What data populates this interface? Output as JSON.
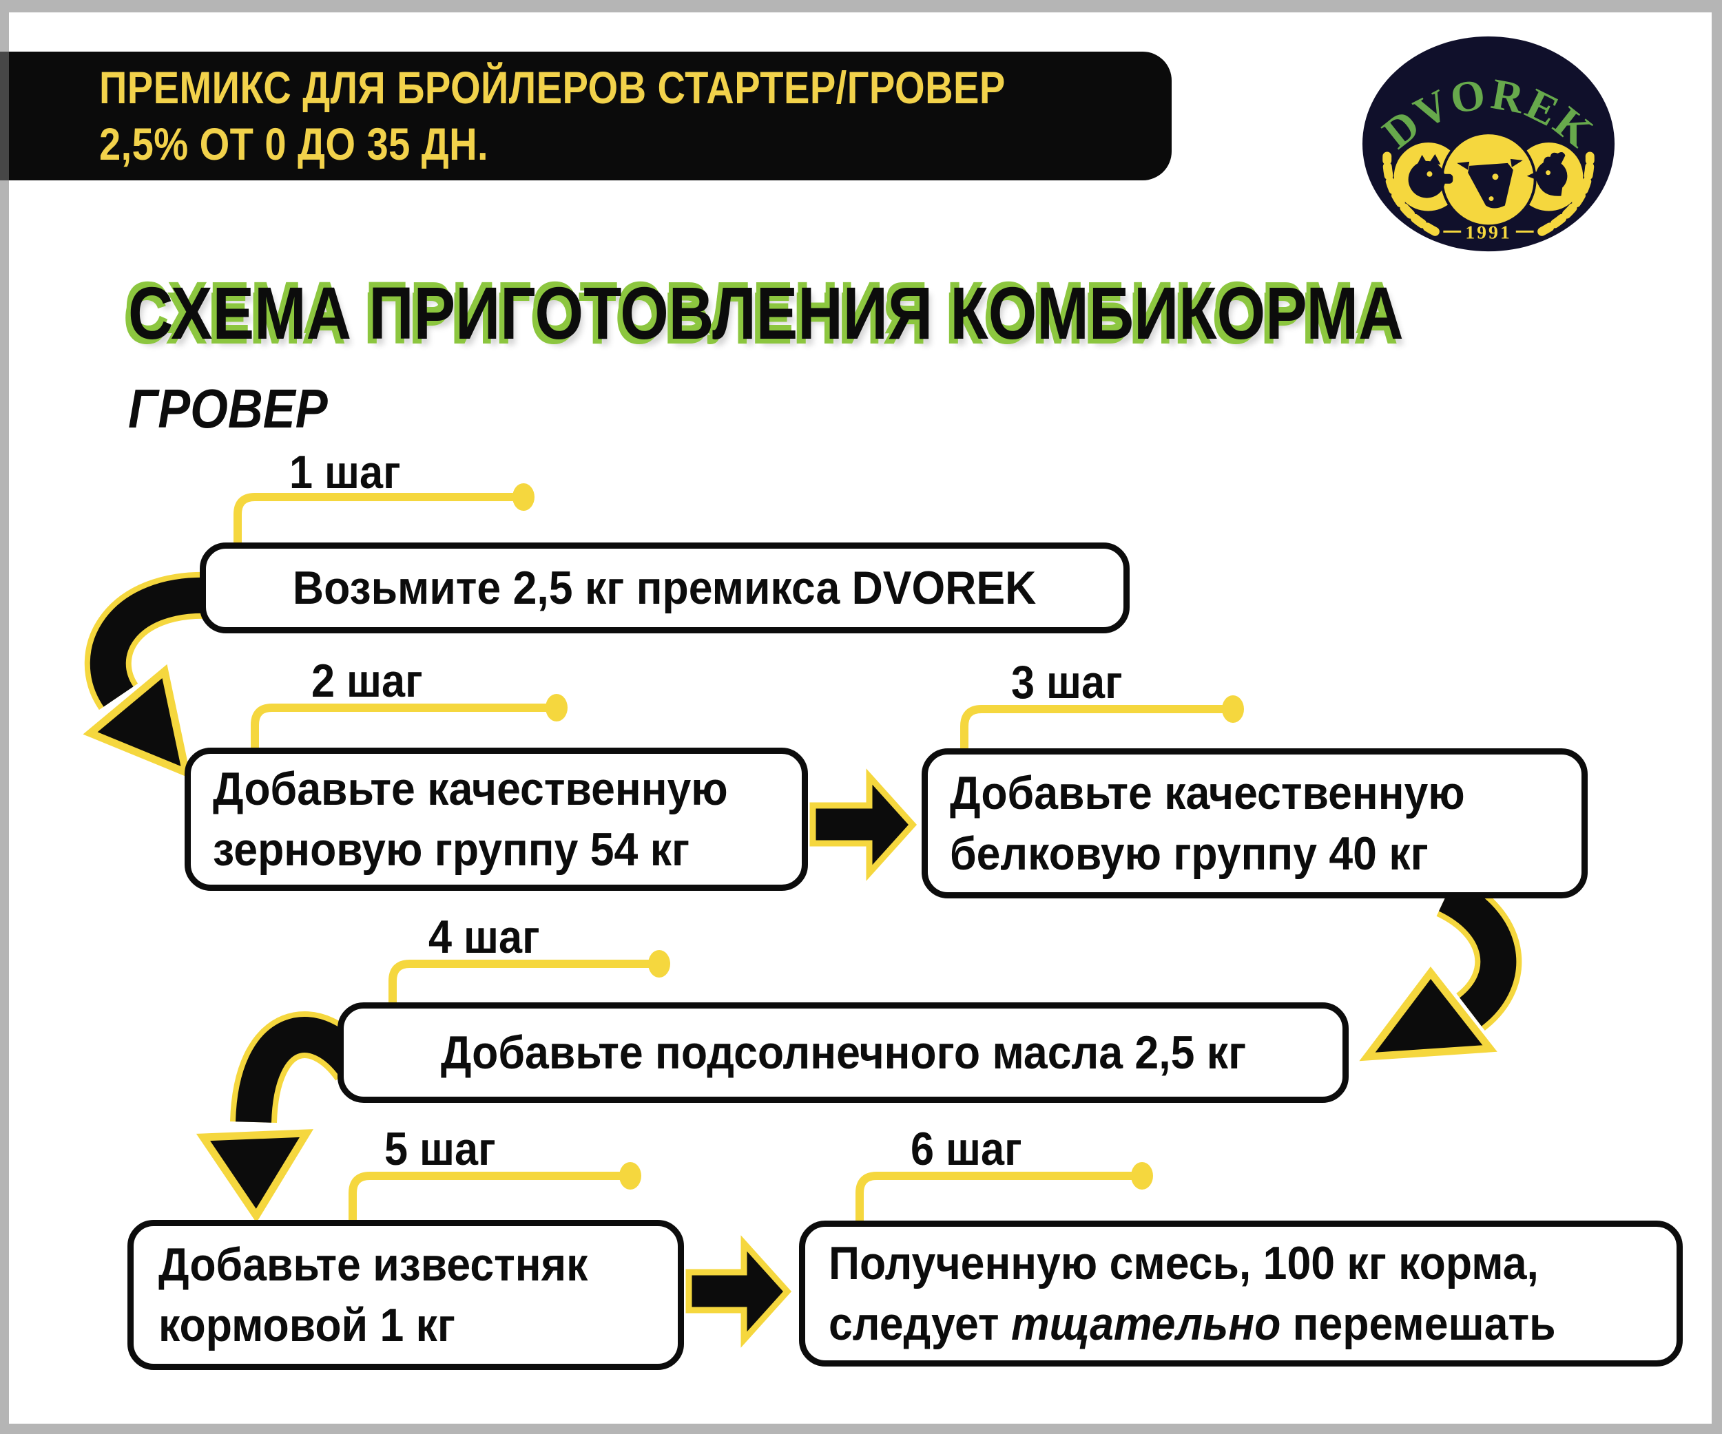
{
  "banner": {
    "line1": "ПРЕМИКС ДЛЯ БРОЙЛЕРОВ СТАРТЕР/ГРОВЕР",
    "line2": "2,5% ОТ 0 ДО 35 ДН."
  },
  "logo": {
    "brand": "DVOREK",
    "year": "1991"
  },
  "title": "СХЕМА ПРИГОТОВЛЕНИЯ КОМБИКОРМА",
  "subtitle": "ГРОВЕР",
  "steps": [
    {
      "label": "1 шаг",
      "lines": [
        "Возьмите 2,5 кг премикса DVOREK"
      ]
    },
    {
      "label": "2 шаг",
      "lines": [
        "Добавьте качественную",
        "зерновую группу 54 кг"
      ]
    },
    {
      "label": "3 шаг",
      "lines": [
        "Добавьте качественную",
        "белковую группу 40 кг"
      ]
    },
    {
      "label": "4 шаг",
      "lines": [
        "Добавьте подсолнечного масла 2,5 кг"
      ]
    },
    {
      "label": "5 шаг",
      "lines": [
        "Добавьте известняк",
        "кормовой 1 кг"
      ]
    },
    {
      "label": "6 шаг",
      "line1": "Полученную смесь, 100 кг корма,",
      "line2_pre": "следует ",
      "line2_em": "тщательно",
      "line2_post": " перемешать"
    }
  ],
  "colors": {
    "yellow": "#F5D73E",
    "banner_yellow": "#F2D24B",
    "green": "#8CC63F",
    "logo_green": "#67A94C",
    "logo_bg": "#10102B",
    "ink": "#0C0C0C",
    "frame": "#B5B5B5",
    "paper": "#FFFFFF"
  }
}
